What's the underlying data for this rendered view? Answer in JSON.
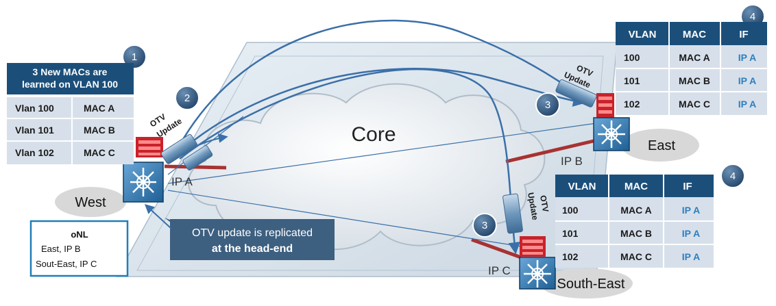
{
  "core_label": "Core",
  "sites": {
    "west": "West",
    "east": "East",
    "south_east": "South-East"
  },
  "ip_labels": {
    "west": "IP A",
    "east": "IP B",
    "south_east": "IP C"
  },
  "otv_update": {
    "line1": "OTV",
    "line2": "Update"
  },
  "steps": {
    "one": "1",
    "two": "2",
    "three_east": "3",
    "three_south": "3",
    "four_east": "4",
    "four_south": "4"
  },
  "west_box": {
    "title_line1": "3 New MACs are",
    "title_line2": "learned on VLAN 100",
    "rows": [
      {
        "vlan": "Vlan 100",
        "mac": "MAC A"
      },
      {
        "vlan": "Vlan 101",
        "mac": "MAC B"
      },
      {
        "vlan": "Vlan 102",
        "mac": "MAC C"
      }
    ]
  },
  "east_table": {
    "headers": [
      "VLAN",
      "MAC",
      "IF"
    ],
    "rows": [
      [
        "100",
        "MAC A",
        "IP A"
      ],
      [
        "101",
        "MAC B",
        "IP A"
      ],
      [
        "102",
        "MAC C",
        "IP A"
      ]
    ]
  },
  "south_table": {
    "headers": [
      "VLAN",
      "MAC",
      "IF"
    ],
    "rows": [
      [
        "100",
        "MAC A",
        "IP A"
      ],
      [
        "101",
        "MAC B",
        "IP A"
      ],
      [
        "102",
        "MAC C",
        "IP A"
      ]
    ]
  },
  "onl": {
    "title": "oNL",
    "line1": "East, IP B",
    "line2": "Sout-East, IP C"
  },
  "callout": {
    "line1": "OTV update is replicated",
    "line2": "at the head-end"
  },
  "colors": {
    "table_header": "#1b4f7a",
    "ip_text": "#2e7fc0",
    "link_red": "#a83232",
    "arrow_blue": "#3a6fa8",
    "callout_bg": "#3d5f80"
  }
}
